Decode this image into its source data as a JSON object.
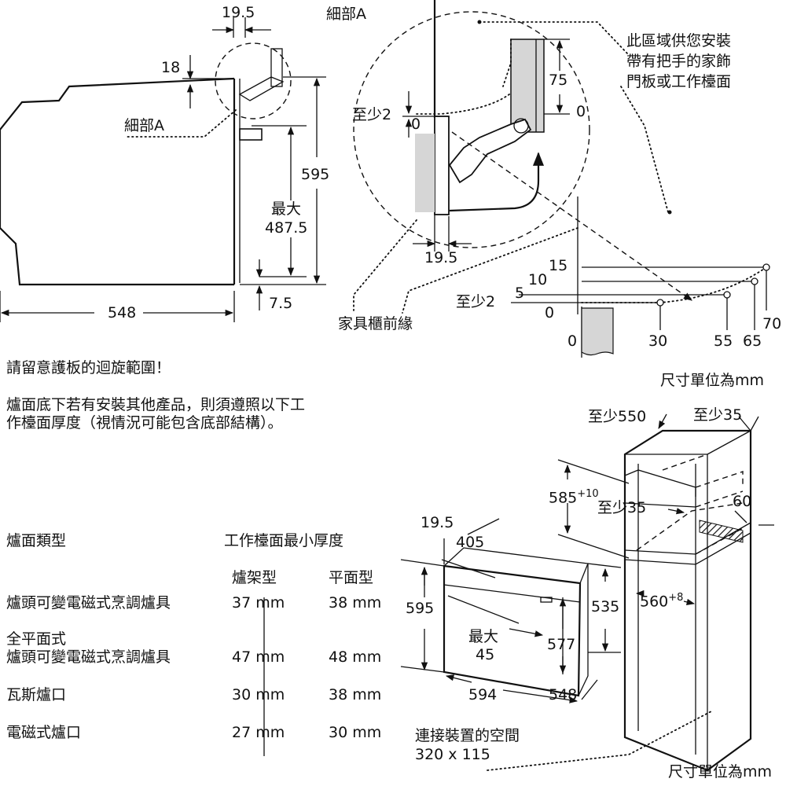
{
  "side_view": {
    "dim_top_gap": "19.5",
    "dim_panel": "18",
    "detail_label": "細部A",
    "dim_height": "595",
    "max_label": "最大",
    "max_value": "487.5",
    "dim_bottom": "7.5",
    "dim_depth": "548"
  },
  "detail_view": {
    "title": "細部A",
    "min_label": "至少2",
    "zero": "0",
    "dim_75": "75",
    "dim_0": "0",
    "dim_19_5": "19.5",
    "cabinet_front_label": "家具櫃前緣",
    "note_line1": "此區域供您安裝",
    "note_line2": "帶有把手的家飾",
    "note_line3": "門板或工作檯面"
  },
  "swing_scale": {
    "y_ticks": [
      "15",
      "10",
      "5",
      "0"
    ],
    "min_label": "至少2",
    "origin": "0",
    "x_ticks": [
      "30",
      "55",
      "65",
      "70"
    ]
  },
  "notes": {
    "swing_warning": "請留意護板的迴旋範圍！",
    "install_line1": "爐面底下若有安裝其他產品，則須遵照以下工",
    "install_line2": "作檯面厚度（視情況可能包含底部結構）。"
  },
  "units_top": "尺寸單位為mm",
  "units_bottom": "尺寸單位為mm",
  "table": {
    "header_type": "爐面類型",
    "header_thickness": "工作檯面最小厚度",
    "col_frame": "爐架型",
    "col_flat": "平面型",
    "rows": [
      {
        "type": "爐頭可變電磁式烹調爐具",
        "frame": "37 mm",
        "flat": "38 mm"
      },
      {
        "type_line1": "全平面式",
        "type": "爐頭可變電磁式烹調爐具",
        "frame": "47 mm",
        "flat": "48 mm"
      },
      {
        "type": "瓦斯爐口",
        "frame": "30 mm",
        "flat": "38 mm"
      },
      {
        "type": "電磁式爐口",
        "frame": "27 mm",
        "flat": "30 mm"
      }
    ]
  },
  "oven_iso": {
    "dim_19_5": "19.5",
    "dim_405": "405",
    "dim_595": "595",
    "max_label": "最大",
    "max_value": "45",
    "dim_577": "577",
    "dim_535": "535",
    "dim_594": "594",
    "dim_548": "548",
    "connection_label": "連接裝置的空間",
    "connection_value": "320 x 115"
  },
  "cabinet_iso": {
    "min_550": "至少550",
    "min_35_top": "至少35",
    "dim_585": "585",
    "dim_585_tol": "+10",
    "min_35": "至少35",
    "dim_60": "60",
    "dim_560": "560",
    "dim_560_tol": "+8"
  }
}
